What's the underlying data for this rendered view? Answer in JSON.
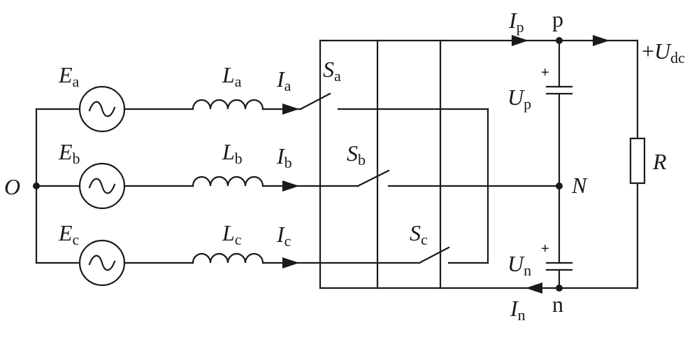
{
  "sources": [
    {
      "sym": "E",
      "sub": "a"
    },
    {
      "sym": "E",
      "sub": "b"
    },
    {
      "sym": "E",
      "sub": "c"
    }
  ],
  "inductors": [
    {
      "sym": "L",
      "sub": "a"
    },
    {
      "sym": "L",
      "sub": "b"
    },
    {
      "sym": "L",
      "sub": "c"
    }
  ],
  "phase_currents": [
    {
      "sym": "I",
      "sub": "a"
    },
    {
      "sym": "I",
      "sub": "b"
    },
    {
      "sym": "I",
      "sub": "c"
    }
  ],
  "switches": [
    {
      "sym": "S",
      "sub": "a"
    },
    {
      "sym": "S",
      "sub": "b"
    },
    {
      "sym": "S",
      "sub": "c"
    }
  ],
  "neutral_point": "O",
  "midpoint": "N",
  "top_node": "p",
  "bottom_node": "n",
  "top_current": {
    "sym": "I",
    "sub": "p"
  },
  "bottom_current": {
    "sym": "I",
    "sub": "n"
  },
  "upper_capacitor": {
    "sym": "U",
    "sub": "p",
    "polarity": "+"
  },
  "lower_capacitor": {
    "sym": "U",
    "sub": "n",
    "polarity": "+"
  },
  "dc_output": {
    "prefix": "+",
    "sym": "U",
    "sub": "dc"
  },
  "resistor": "R"
}
